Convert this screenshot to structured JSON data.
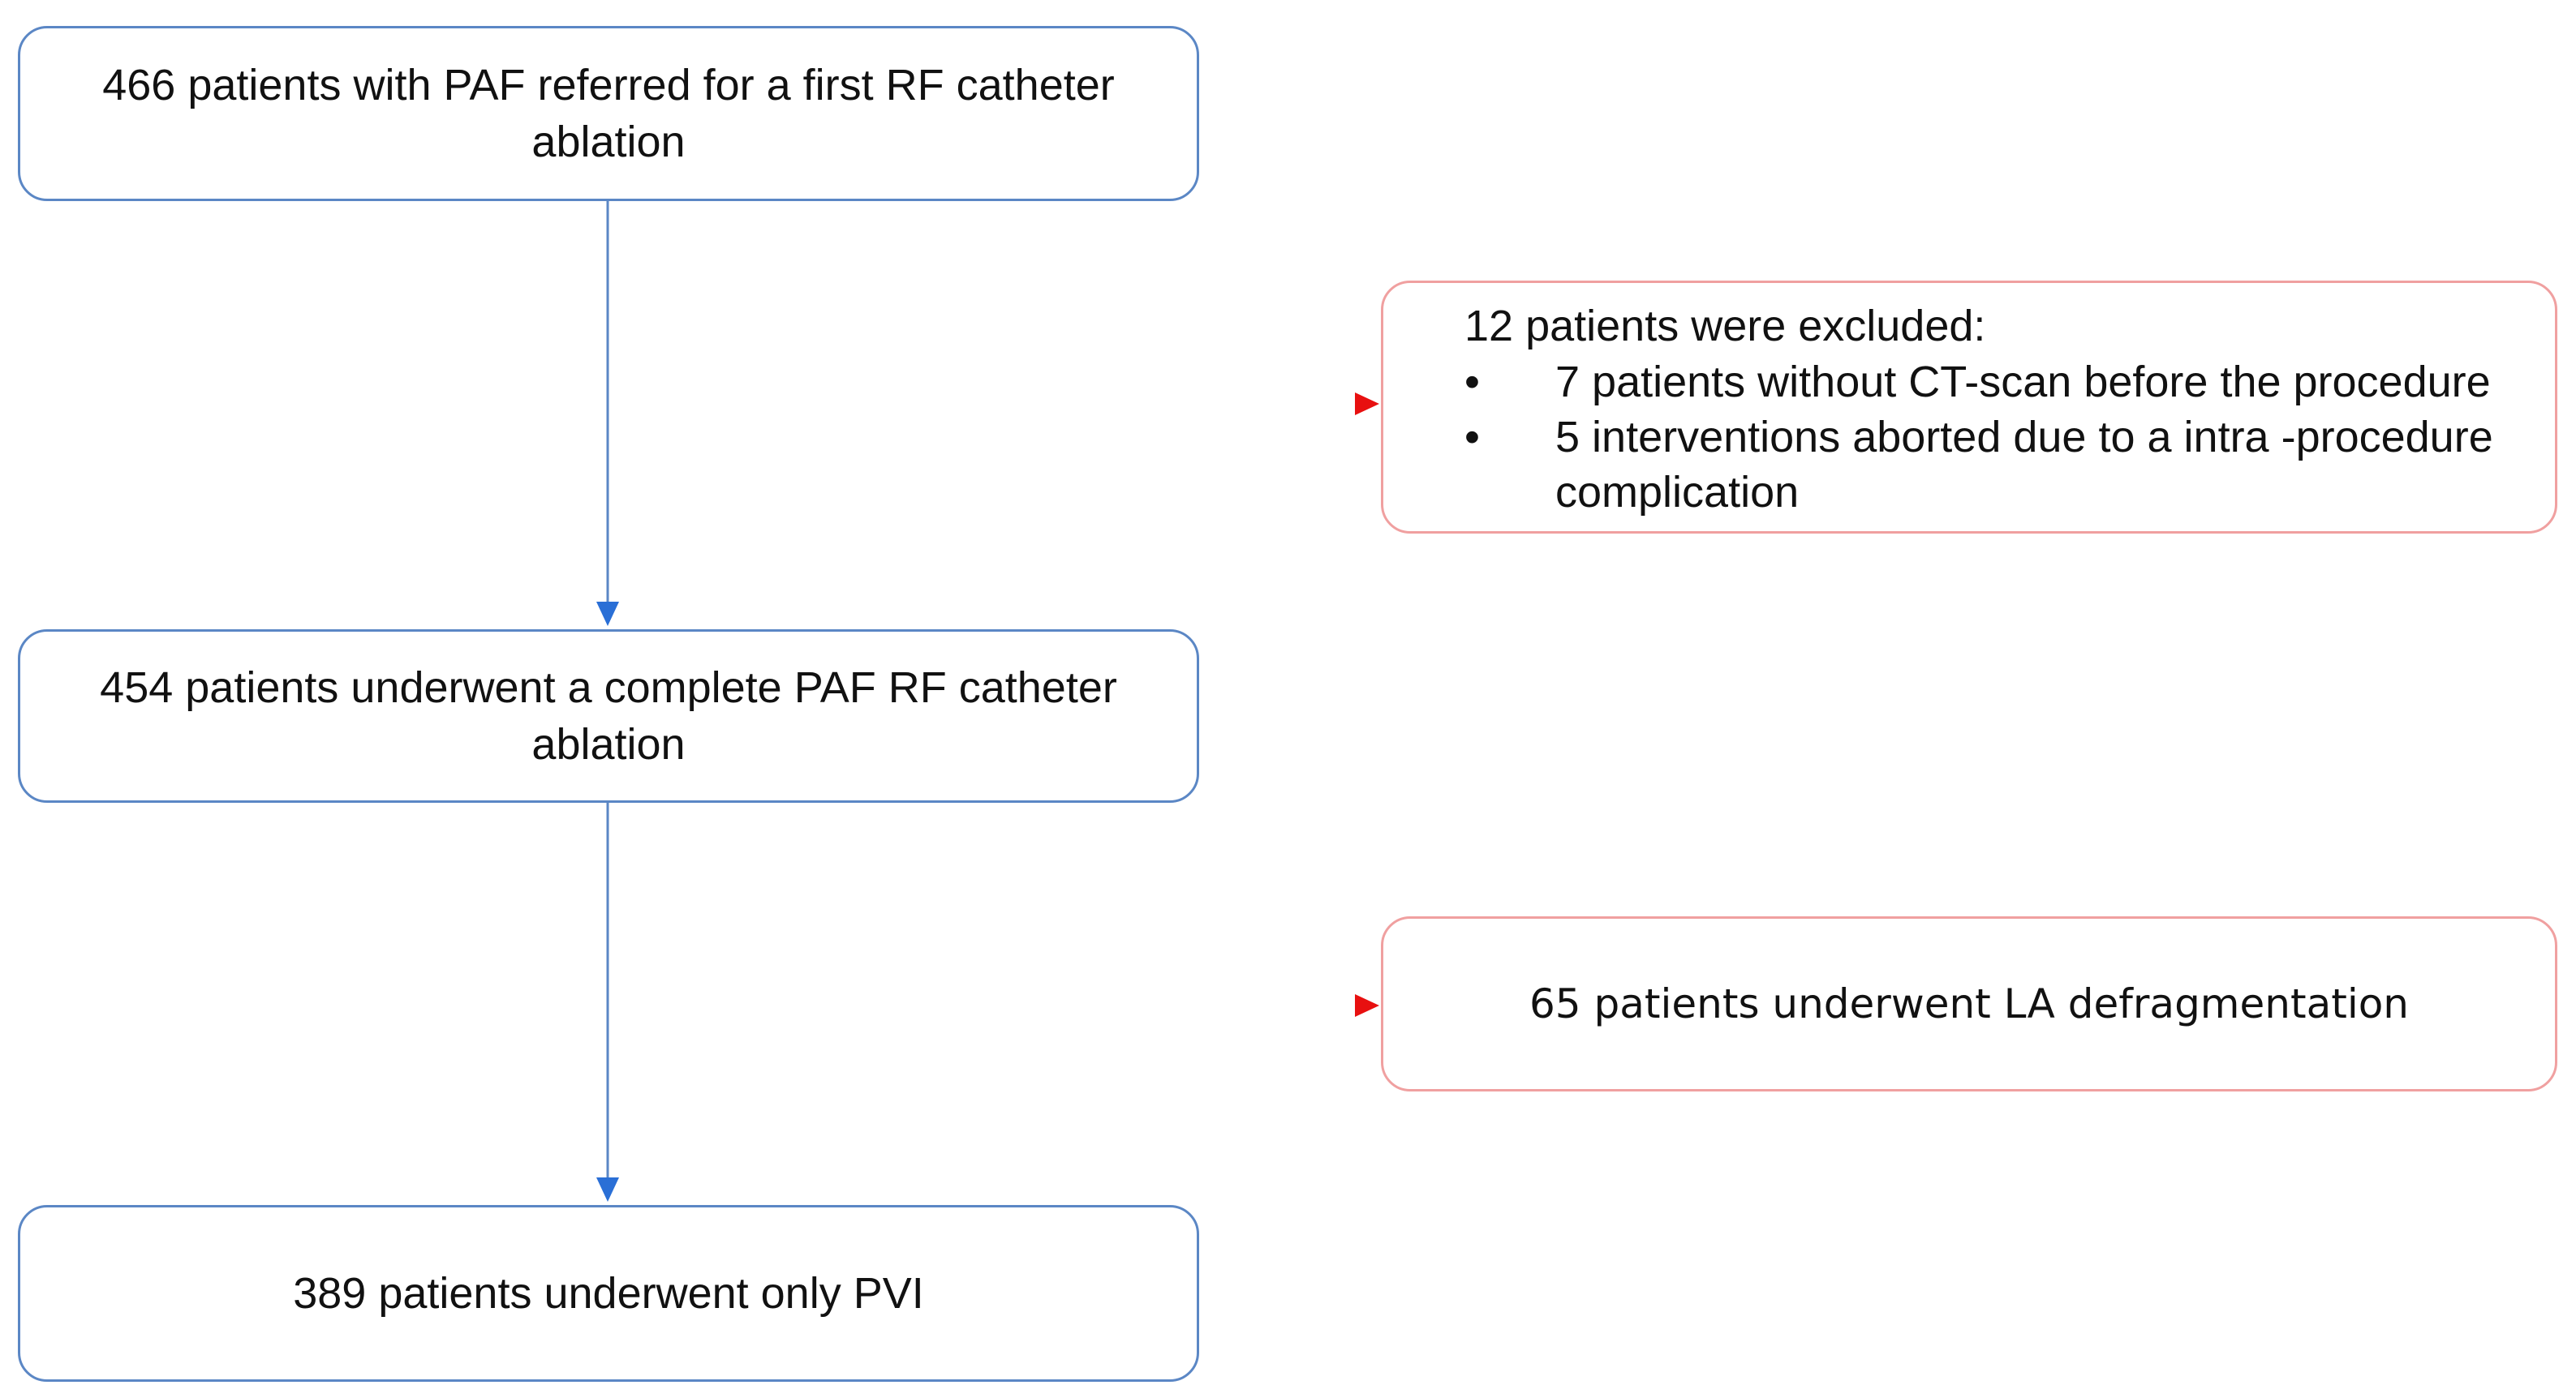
{
  "flow": {
    "step1": "466 patients with PAF referred for a first RF catheter ablation",
    "step2": "454 patients underwent a complete PAF RF catheter ablation",
    "step3": "389 patients underwent only PVI"
  },
  "exclusion": {
    "title": "12 patients were excluded:",
    "items": [
      "7 patients without CT-scan before the procedure",
      "5 interventions aborted due to a intra -procedure complication"
    ]
  },
  "defragmentation": {
    "label": "65 patients underwent LA defragmentation"
  },
  "colors": {
    "flow_border": "#5b87c5",
    "flow_arrow": "#2a6fd6",
    "side_border": "#f0a0a0",
    "side_arrow": "#e81010"
  }
}
